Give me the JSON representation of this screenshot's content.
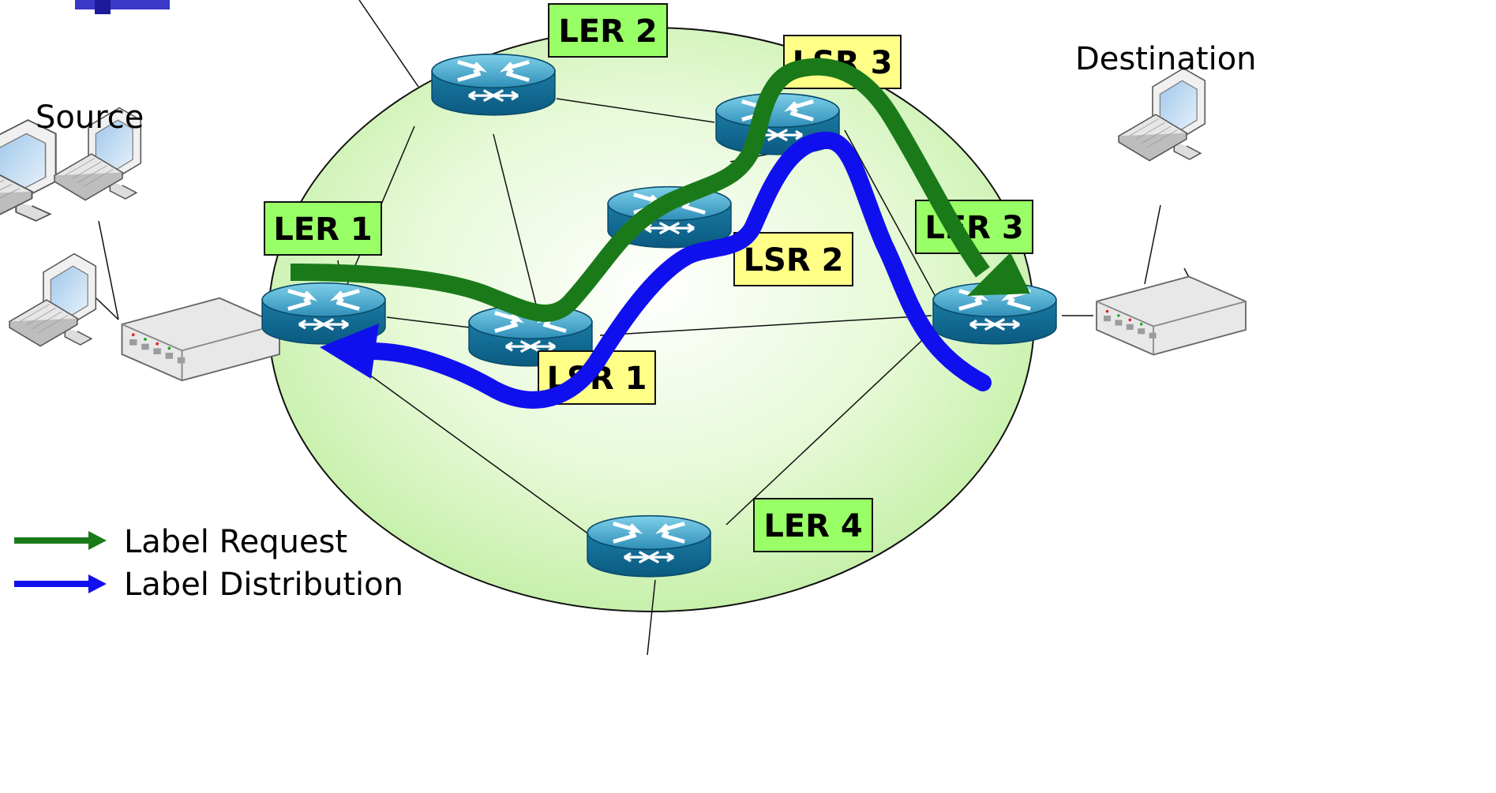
{
  "nodes": {
    "ler1": "LER 1",
    "ler2": "LER 2",
    "ler3": "LER 3",
    "ler4": "LER 4",
    "lsr1": "LSR 1",
    "lsr2": "LSR 2",
    "lsr3": "LSR 3"
  },
  "hosts": {
    "source": "Source",
    "destination": "Destination"
  },
  "legend": {
    "request": "Label Request",
    "distribution": "Label Distribution"
  },
  "colors": {
    "ler_tag": "#99ff66",
    "lsr_tag": "#ffff88",
    "request_path": "#1a7a1a",
    "distribution_path": "#1010ee",
    "cloud": "#d8f5c4"
  }
}
